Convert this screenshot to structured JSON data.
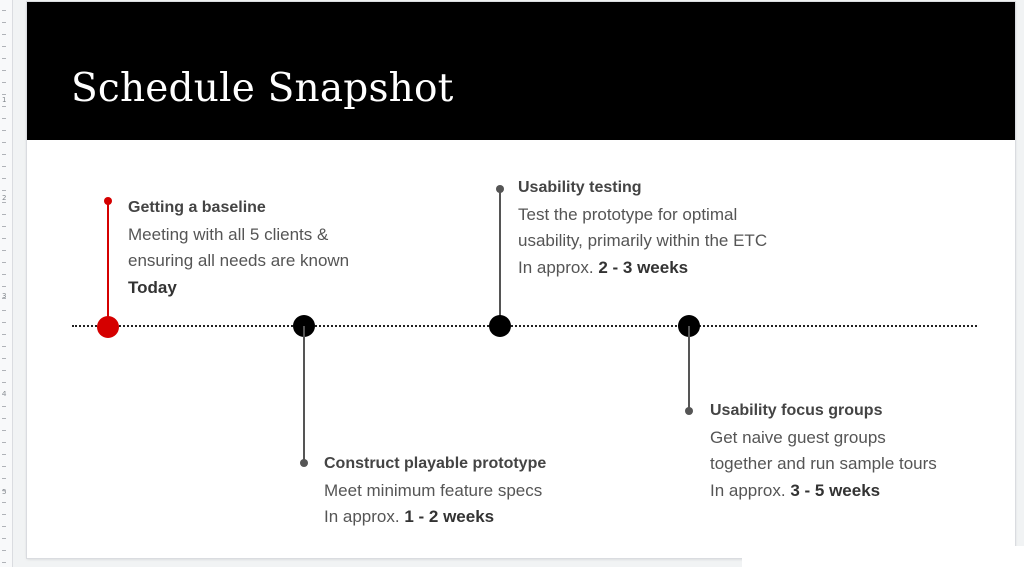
{
  "slide": {
    "title": "Schedule Snapshot"
  },
  "events": [
    {
      "heading": "Getting a baseline",
      "line1": "Meeting with all 5 clients &",
      "line2": "ensuring all needs are known",
      "line3_bold": "Today",
      "status": "current"
    },
    {
      "heading": "Construct playable prototype",
      "line1": "Meet minimum feature specs",
      "line2_prefix": "In approx. ",
      "line2_bold": "1 - 2 weeks"
    },
    {
      "heading": "Usability testing",
      "line1": "Test the prototype for optimal",
      "line2": "usability, primarily within the ETC",
      "line3_prefix": "In approx. ",
      "line3_bold": "2 - 3 weeks"
    },
    {
      "heading": "Usability focus groups",
      "line1": "Get naive guest groups",
      "line2": "together and run sample tours",
      "line3_prefix": "In approx. ",
      "line3_bold": "3 - 5 weeks"
    }
  ],
  "colors": {
    "header_bg": "#000000",
    "current_marker": "#d50000",
    "marker": "#000000"
  },
  "ruler": {
    "labels": [
      "1",
      "2",
      "3",
      "4",
      "5"
    ]
  }
}
